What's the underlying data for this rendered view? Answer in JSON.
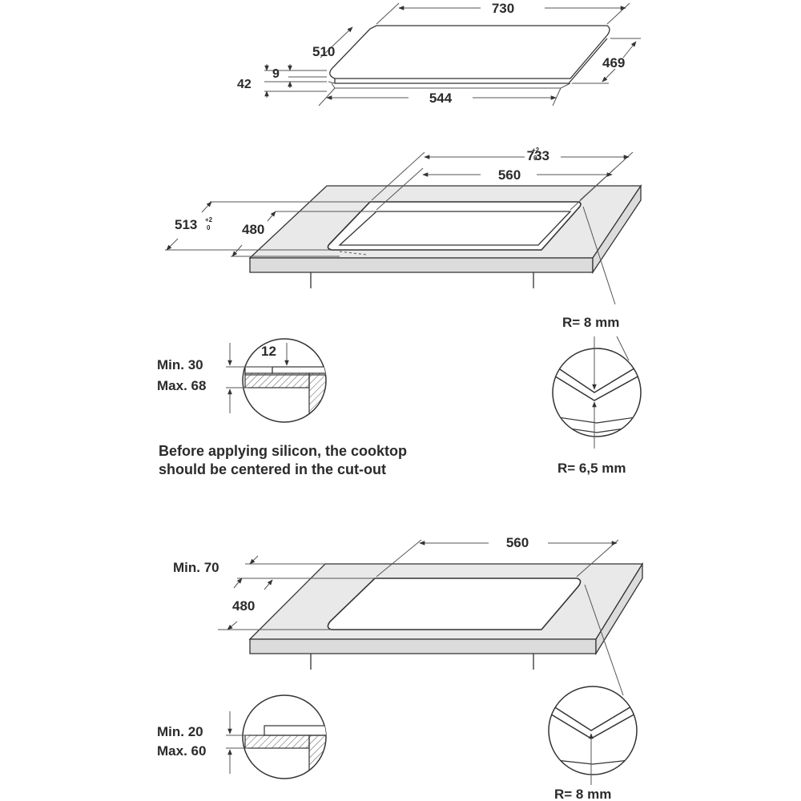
{
  "top_dims": {
    "width": "730",
    "depth": "510",
    "height_total": "42",
    "glass": "9",
    "base_width": "544",
    "base_depth": "469"
  },
  "cutout_dims": {
    "outer_width": "733",
    "outer_width_tol_plus": "+2",
    "outer_width_tol_minus": "0",
    "inner_width": "560",
    "outer_depth": "513",
    "outer_depth_tol_plus": "+2",
    "outer_depth_tol_minus": "0",
    "inner_depth": "480",
    "radius_outer": "R= 8 mm",
    "radius_inner": "R= 6,5 mm"
  },
  "detail_1": {
    "min": "Min. 30",
    "max": "Max. 68",
    "step": "12"
  },
  "note": {
    "line1": "Before applying silicon, the cooktop",
    "line2": "should be centered in the cut-out"
  },
  "second_install": {
    "width": "560",
    "min_edge": "Min. 70",
    "depth": "480",
    "radius": "R= 8 mm"
  },
  "detail_2": {
    "min": "Min. 20",
    "max": "Max. 60"
  }
}
